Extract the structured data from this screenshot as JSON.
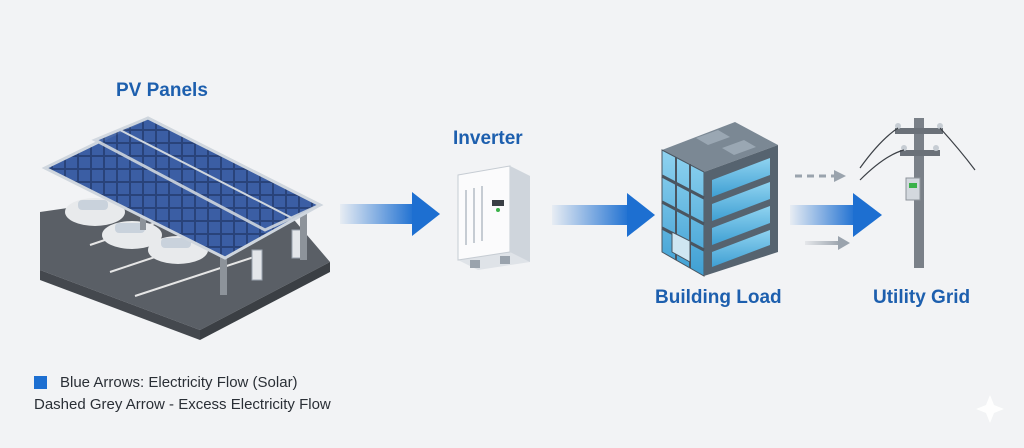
{
  "labels": {
    "pv_panels": "PV Panels",
    "inverter": "Inverter",
    "building_load": "Building Load",
    "utility_grid": "Utility Grid"
  },
  "legend": {
    "blue_arrows": "Blue Arrows: Electricity Flow (Solar)",
    "dashed_grey": "Dashed Grey Arrow - Excess Electricity Flow"
  },
  "colors": {
    "label": "#1d5fae",
    "blue_arrow": "#1d6fd1",
    "grey_arrow": "#9aa3ad",
    "background": "#f2f3f5"
  }
}
